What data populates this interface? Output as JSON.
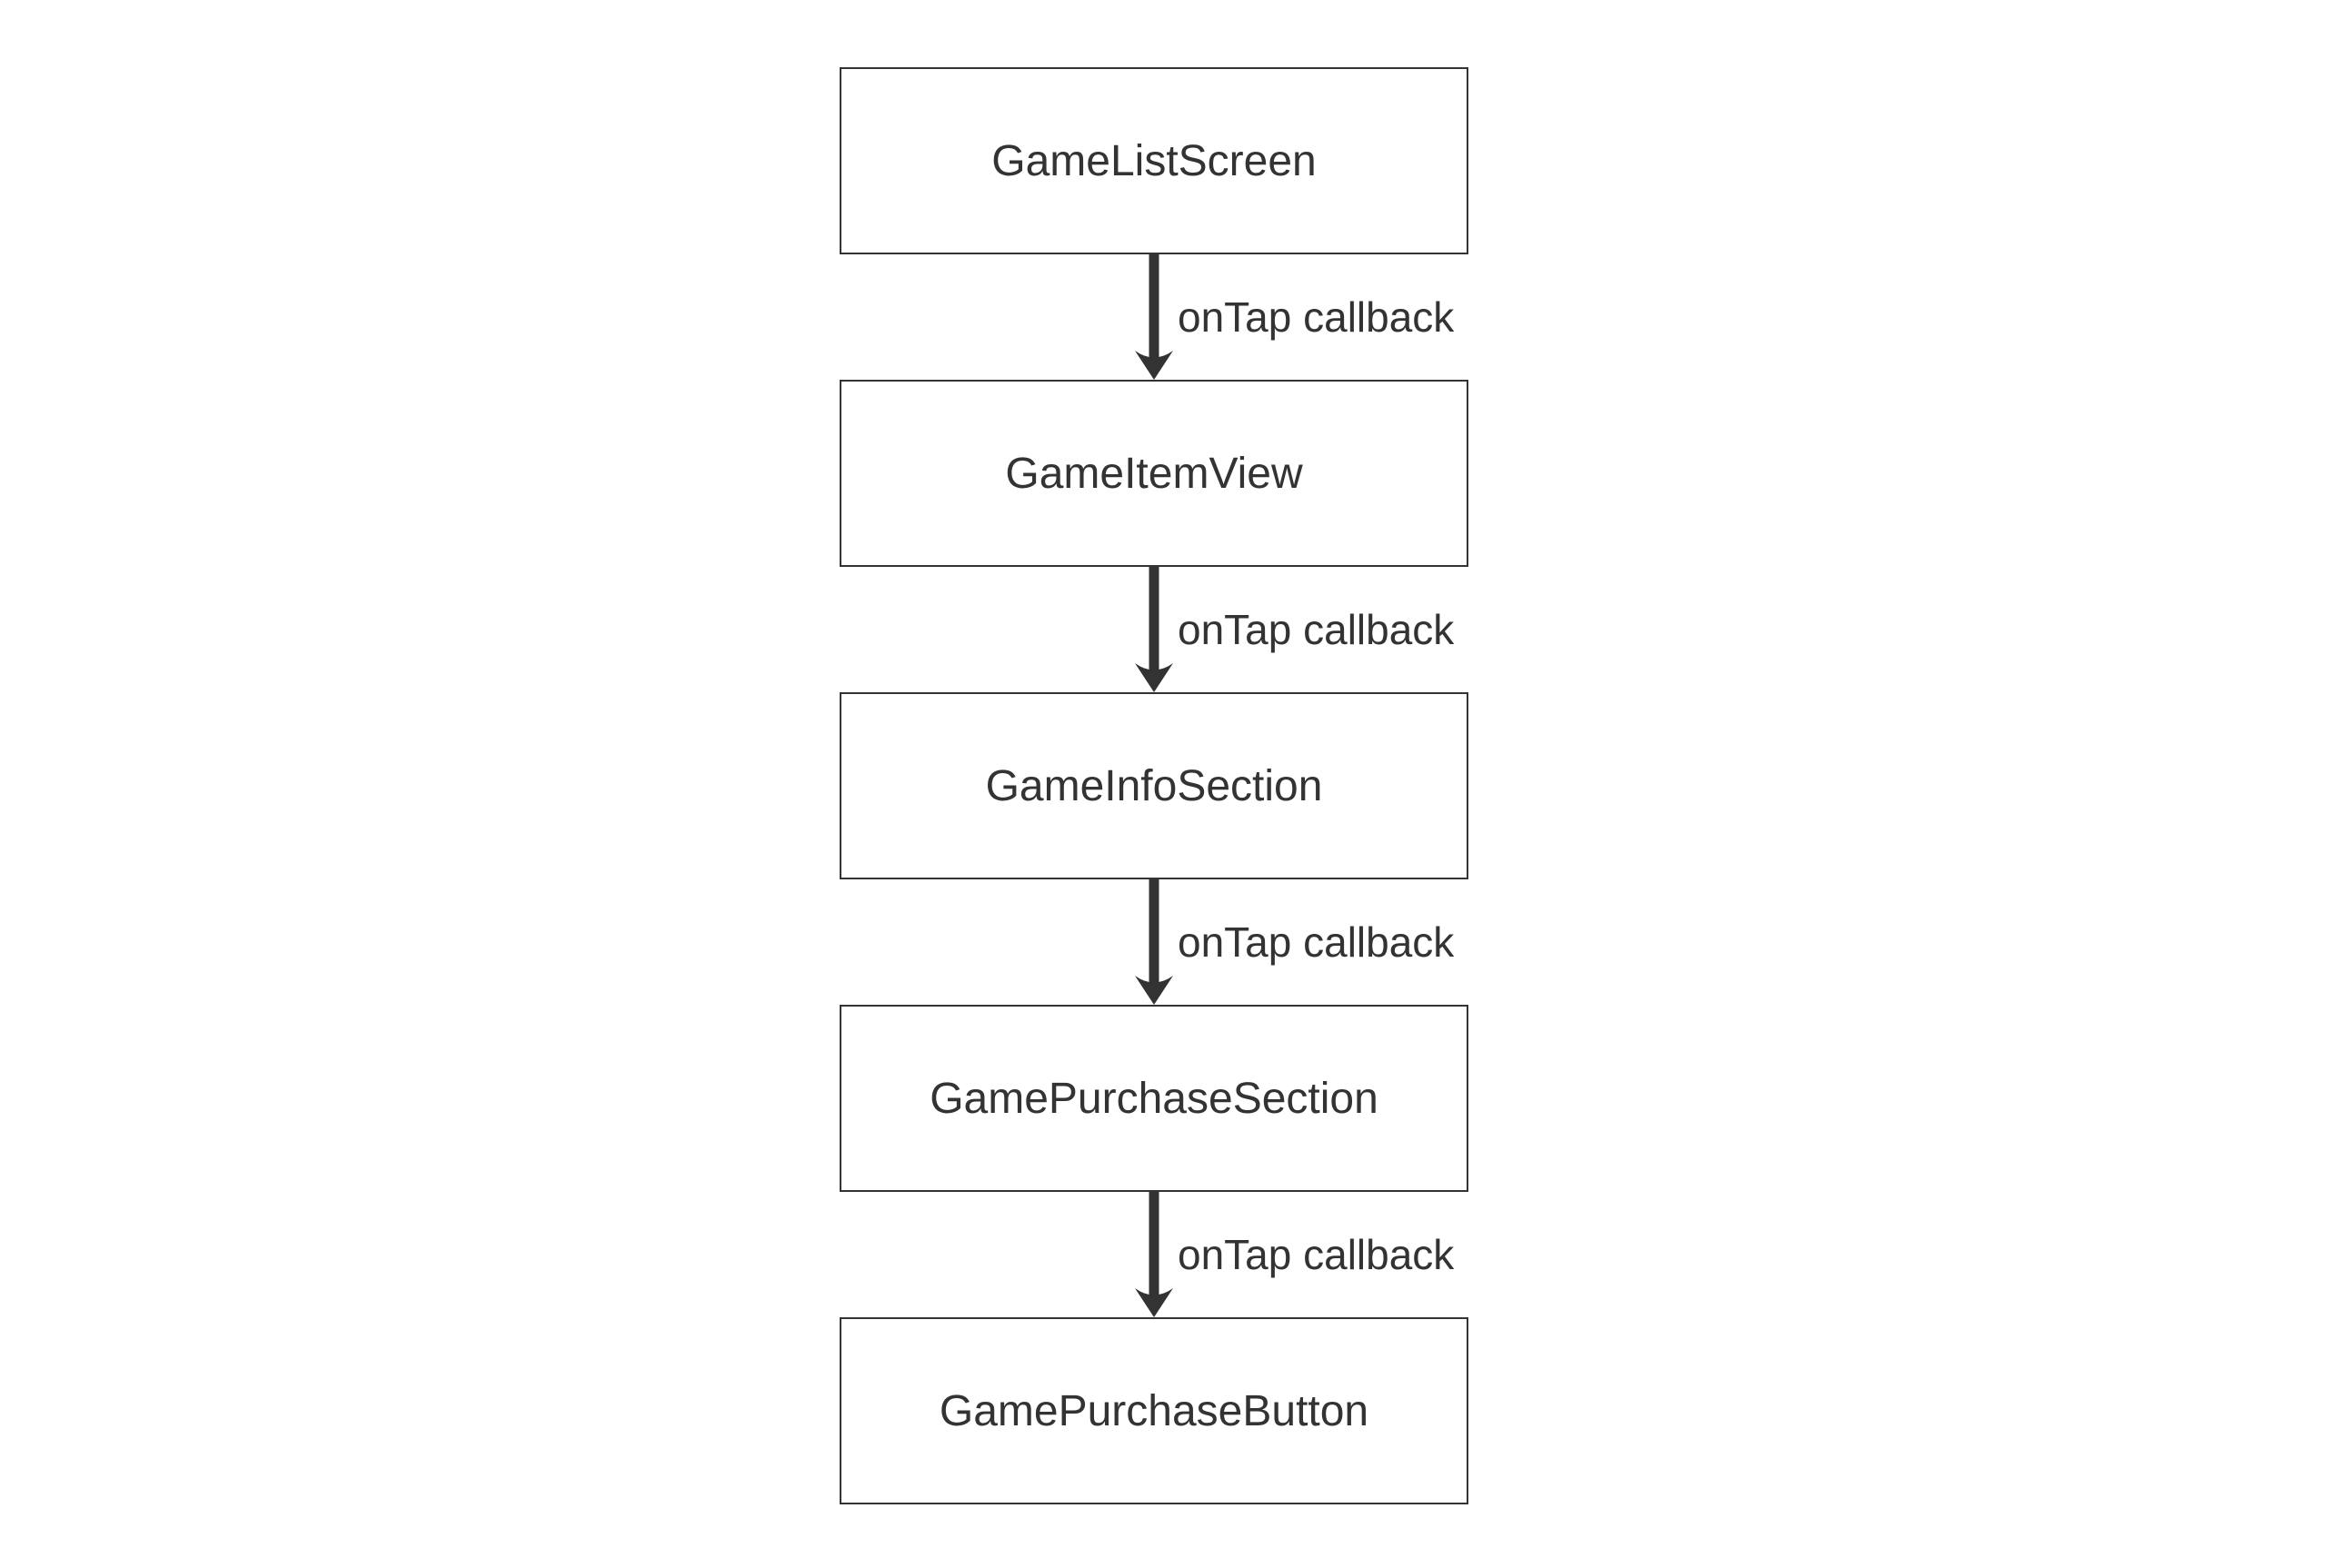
{
  "diagram": {
    "type": "flowchart-vertical",
    "nodes": [
      {
        "label": "GameListScreen"
      },
      {
        "label": "GameItemView"
      },
      {
        "label": "GameInfoSection"
      },
      {
        "label": "GamePurchaseSection"
      },
      {
        "label": "GamePurchaseButton"
      }
    ],
    "edges": [
      {
        "label": "onTap callback"
      },
      {
        "label": "onTap callback"
      },
      {
        "label": "onTap callback"
      },
      {
        "label": "onTap callback"
      }
    ],
    "colors": {
      "canvas_background": "#ffffff",
      "node_fill": "#ffffff",
      "node_border": "#333333",
      "text": "#333333",
      "arrow": "#333333"
    }
  }
}
